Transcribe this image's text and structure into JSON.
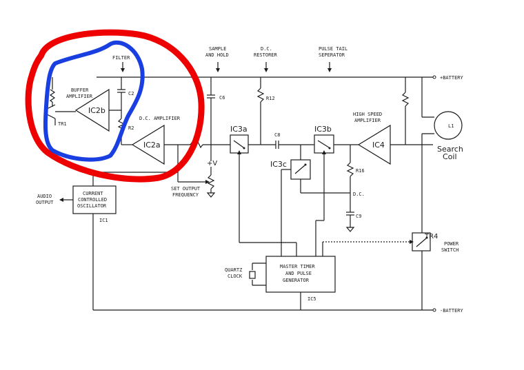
{
  "labels": {
    "battery_pos": "+BATTERY",
    "battery_neg": "-BATTERY",
    "sample_hold_1": "SAMPLE",
    "sample_hold_2": "AND HOLD",
    "dc_restorer_1": "D.C.",
    "dc_restorer_2": "RESTORER",
    "pulse_tail_1": "PULSE TAIL",
    "pulse_tail_2": "SEPERATOR",
    "filter": "FILTER",
    "buffer_amp_1": "BUFFER",
    "buffer_amp_2": "AMPLIFIER",
    "dc_amplifier": "D.C. AMPLIFIER",
    "high_speed_amp_1": "HIGH SPEED",
    "high_speed_amp_2": "AMPLIFIER",
    "set_output_1": "SET OUTPUT",
    "set_output_2": "FREQUENCY",
    "plus_v": "+V",
    "audio_output_1": "AUDIO",
    "audio_output_2": "OUTPUT",
    "cco_1": "CURRENT",
    "cco_2": "CONTROLLED",
    "cco_3": "OSCILLATOR",
    "ic1": "IC1",
    "master_1": "MASTER TIMER",
    "master_2": "AND PULSE",
    "master_3": "GENERATOR",
    "ic5": "IC5",
    "quartz_1": "QUARTZ",
    "quartz_2": "CLOCK",
    "tr4": "TR4",
    "power_switch_1": "POWER",
    "power_switch_2": "SWITCH",
    "search_coil_1": "Search",
    "search_coil_2": "Coil",
    "l1": "L1",
    "dc_node": "D.C.",
    "tr1": "TR1"
  },
  "components": {
    "ic2b": "IC2b",
    "ic2a": "IC2a",
    "ic3a": "IC3a",
    "ic3b": "IC3b",
    "ic3c": "IC3c",
    "ic4": "IC4",
    "c2": "C2",
    "c6": "C6",
    "c8": "C8",
    "c9": "C9",
    "r2": "R2",
    "r12": "R12",
    "r16": "R16"
  },
  "annotations": {
    "red_outline_color": "#ee0000",
    "blue_outline_color": "#1a3fe0"
  }
}
